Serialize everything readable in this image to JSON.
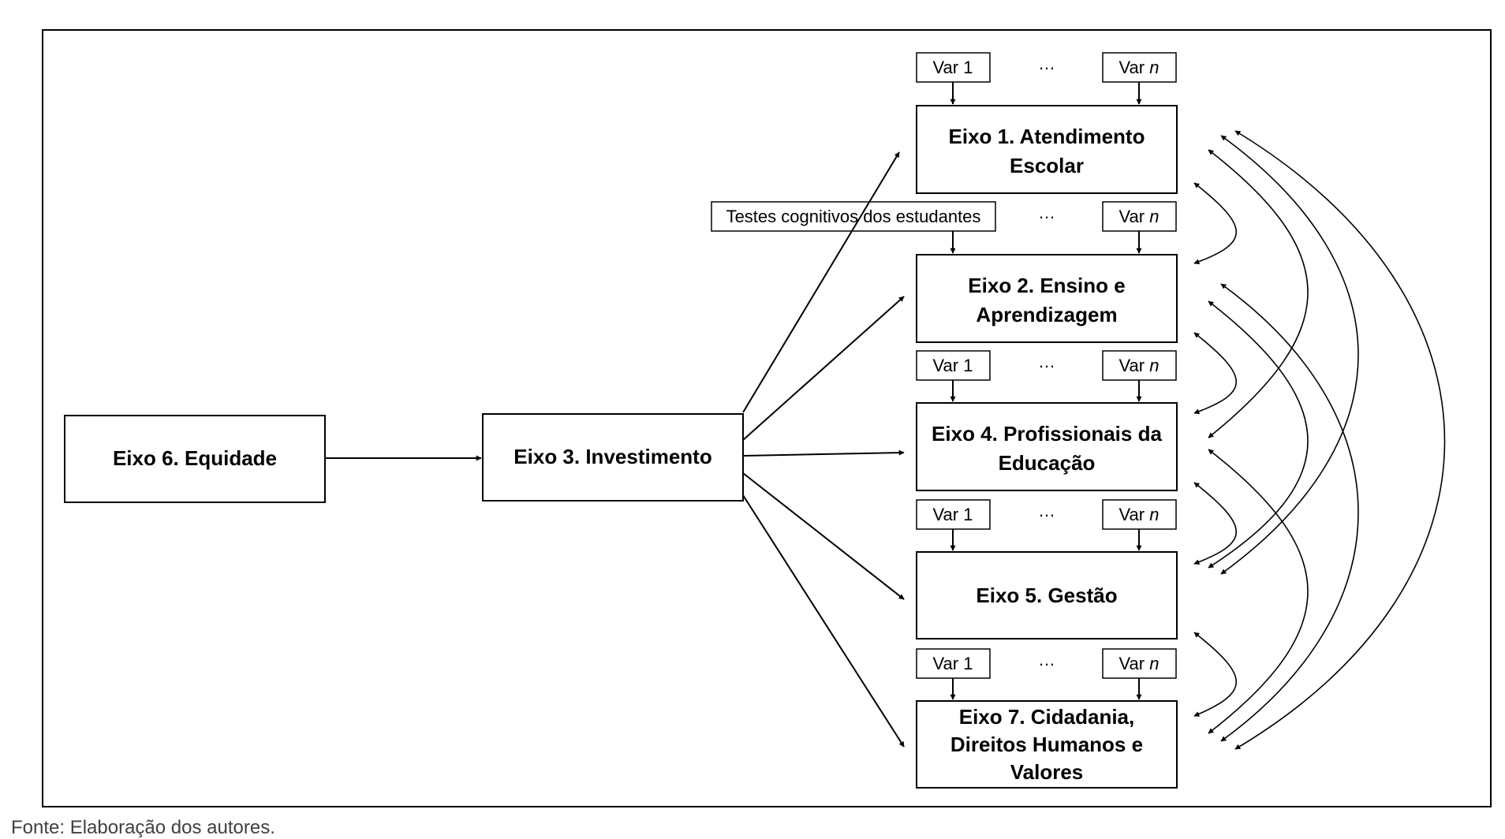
{
  "diagram": {
    "nodes": {
      "eixo6": {
        "label": "Eixo 6. Equidade"
      },
      "eixo3": {
        "label": "Eixo 3. Investimento"
      },
      "eixo1": {
        "line1": "Eixo 1. Atendimento",
        "line2": "Escolar"
      },
      "eixo2": {
        "line1": "Eixo 2. Ensino e",
        "line2": "Aprendizagem"
      },
      "eixo4": {
        "line1": "Eixo 4. Profissionais da",
        "line2": "Educação"
      },
      "eixo5": {
        "label": "Eixo 5. Gestão"
      },
      "eixo7": {
        "line1": "Eixo 7. Cidadania,",
        "line2": "Direitos Humanos e",
        "line3": "Valores"
      }
    },
    "variables": {
      "var1": "Var 1",
      "var_n_prefix": "Var ",
      "var_n_italic": "n",
      "ellipsis": "…",
      "cognitive_tests": "Testes cognitivos dos estudantes"
    }
  },
  "caption": "Fonte: Elaboração dos autores."
}
